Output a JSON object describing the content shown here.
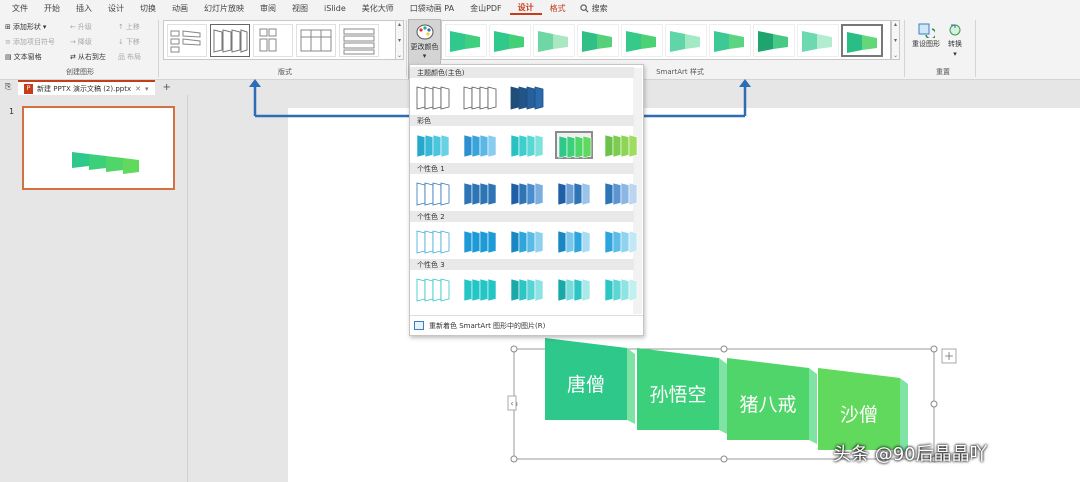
{
  "menu": {
    "tabs": [
      "文件",
      "开始",
      "插入",
      "设计",
      "切换",
      "动画",
      "幻灯片放映",
      "审阅",
      "视图",
      "iSlide",
      "美化大师",
      "口袋动画 PA",
      "金山PDF",
      "设计",
      "格式"
    ],
    "active_index": 13,
    "search_label": "搜索"
  },
  "ribbon": {
    "create_group": {
      "add_shape": "添加形状",
      "add_bullet": "添加项目符号",
      "text_pane": "文本窗格",
      "promote": "升级",
      "demote": "降级",
      "right_to_left": "从右到左",
      "move_up": "上移",
      "move_down": "下移",
      "layout": "布局",
      "label": "创建图形"
    },
    "layouts_label": "版式",
    "change_colors_label": "更改颜色",
    "styles_label": "SmartArt 样式",
    "reset": {
      "reset_graphic": "重设图形",
      "convert": "转换",
      "label": "重置"
    }
  },
  "document": {
    "tab_title": "新建 PPTX 演示文稿 (2).pptx",
    "slide_number": "1"
  },
  "color_dropdown": {
    "sections": [
      {
        "title": "主题颜色(主色)",
        "count": 3
      },
      {
        "title": "彩色",
        "count": 5,
        "selected": 3
      },
      {
        "title": "个性色 1",
        "count": 5
      },
      {
        "title": "个性色 2",
        "count": 5
      },
      {
        "title": "个性色 3",
        "count": 5
      }
    ],
    "footer": "重新着色 SmartArt 图形中的图片(R)"
  },
  "smartart": {
    "items": [
      "唐僧",
      "孙悟空",
      "猪八戒",
      "沙僧"
    ],
    "colors": [
      "#2ec98a",
      "#3dd07b",
      "#4fd56a",
      "#61d95c"
    ]
  },
  "watermark": "头条 @90后晶晶吖",
  "colors": {
    "accent": "#c43e1c",
    "arrow": "#2e6db5",
    "thumb_border": "#d2703f"
  }
}
